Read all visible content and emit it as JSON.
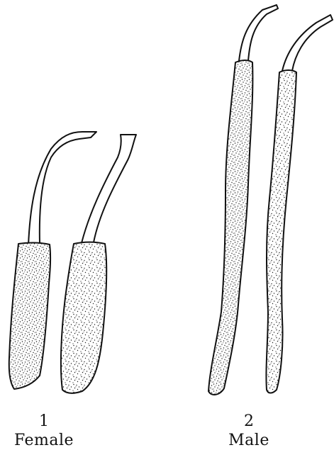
{
  "figure": {
    "specimens": [
      {
        "number": "1",
        "sex": "Female"
      },
      {
        "number": "2",
        "sex": "Male"
      }
    ]
  }
}
